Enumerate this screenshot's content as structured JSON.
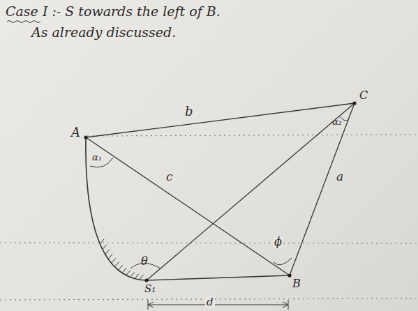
{
  "diagram": {
    "title": "Case I :- S towards the left of B.",
    "labels": [
      "As already discussed.",
      "A",
      "b",
      "C",
      "α₁",
      "α₂",
      "c",
      "a",
      "θ",
      "ϕ",
      "S₁",
      "B",
      "d"
    ]
  }
}
